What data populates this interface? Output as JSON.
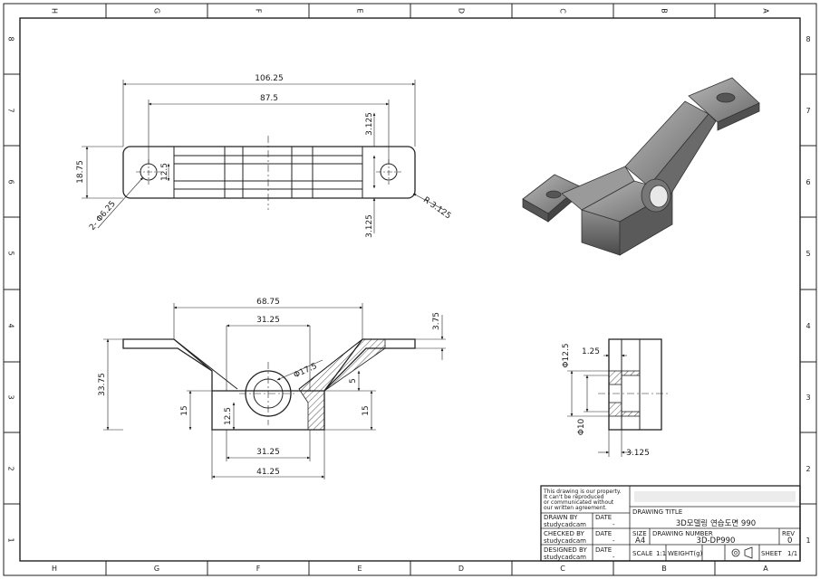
{
  "border": {
    "cols_top": [
      "H",
      "G",
      "F",
      "E",
      "D",
      "C",
      "B",
      "A"
    ],
    "cols_bottom": [
      "H",
      "G",
      "F",
      "E",
      "D",
      "C",
      "B",
      "A"
    ],
    "rows": [
      "8",
      "7",
      "6",
      "5",
      "4",
      "3",
      "2",
      "1"
    ]
  },
  "top_view": {
    "overall_length": "106.25",
    "hole_spacing": "87.5",
    "height": "18.75",
    "inner_height": "12.5",
    "upper_offset": "3.125",
    "lower_offset": "3.125",
    "holes_note": "2- Φ6.25",
    "radius_note": "R 3.125"
  },
  "front_view": {
    "top_span": "68.75",
    "inner_span": "31.25",
    "thickness": "3.75",
    "overall_height": "33.75",
    "boss_dia": "Φ17.5",
    "left_height": "15",
    "bore_height": "12.5",
    "right_step": "5",
    "right_height": "15",
    "base_inner": "31.25",
    "base_width": "41.25"
  },
  "side_view": {
    "outer_dia": "Φ12.5",
    "flange": "1.25",
    "inner_dia": "Φ10",
    "wall": "3.125"
  },
  "title_block": {
    "note": [
      "This drawing is our property.",
      "It can't be reproduced",
      "or communicated without",
      "our written agreement."
    ],
    "drawn_by_label": "DRAWN BY",
    "drawn_by": "studycadcam",
    "checked_by_label": "CHECKED BY",
    "checked_by": "studycadcam",
    "designed_by_label": "DESIGNED BY",
    "designed_by": "studycadcam",
    "date_label": "DATE",
    "date_value": "-",
    "drawing_title_label": "DRAWING TITLE",
    "drawing_title": "3D모델링 연습도면 990",
    "size_label": "SIZE",
    "size": "A4",
    "drawing_number_label": "DRAWING NUMBER",
    "drawing_number": "3D-DP990",
    "rev_label": "REV",
    "rev": "0",
    "scale_label": "SCALE",
    "scale": "1:1",
    "weight_label": "WEIGHT(g)",
    "sheet_label": "SHEET",
    "sheet": "1/1"
  }
}
